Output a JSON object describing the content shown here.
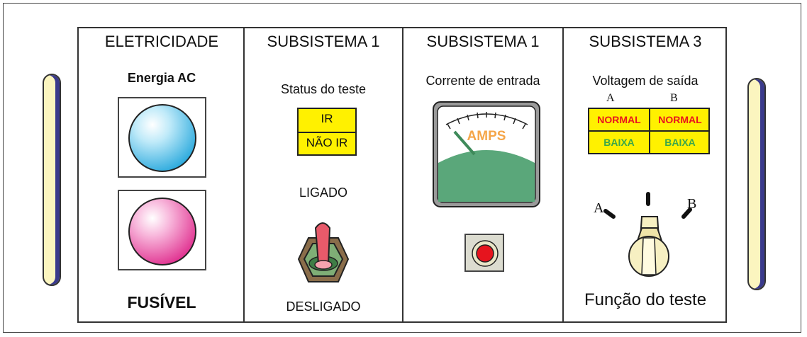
{
  "panels": [
    {
      "title": "ELETRICIDADE",
      "subtitle": "Energia AC",
      "footer": "FUSÍVEL"
    },
    {
      "title": "SUBSISTEMA 1",
      "subtitle": "Status do teste",
      "indicator_top": "IR",
      "indicator_bottom": "NÃO IR",
      "switch_on": "LIGADO",
      "switch_off": "DESLIGADO"
    },
    {
      "title": "SUBSISTEMA 1",
      "subtitle": "Corrente de entrada",
      "meter_label": "AMPS"
    },
    {
      "title": "SUBSISTEMA 3",
      "subtitle": "Voltagem de saída",
      "channel_a": "A",
      "channel_b": "B",
      "normal_label": "NORMAL",
      "low_label": "BAIXA",
      "knob_a": "A",
      "knob_b": "B",
      "footer": "Função do teste"
    }
  ],
  "colors": {
    "indicator_yellow": "#fff100",
    "normal_text": "#e8141e",
    "low_text": "#3aa64a",
    "meter_green": "#5aa77a",
    "amps_orange": "#f5a64a",
    "handle_fill": "#fbf5bf",
    "handle_shadow": "#3a3a8c"
  }
}
